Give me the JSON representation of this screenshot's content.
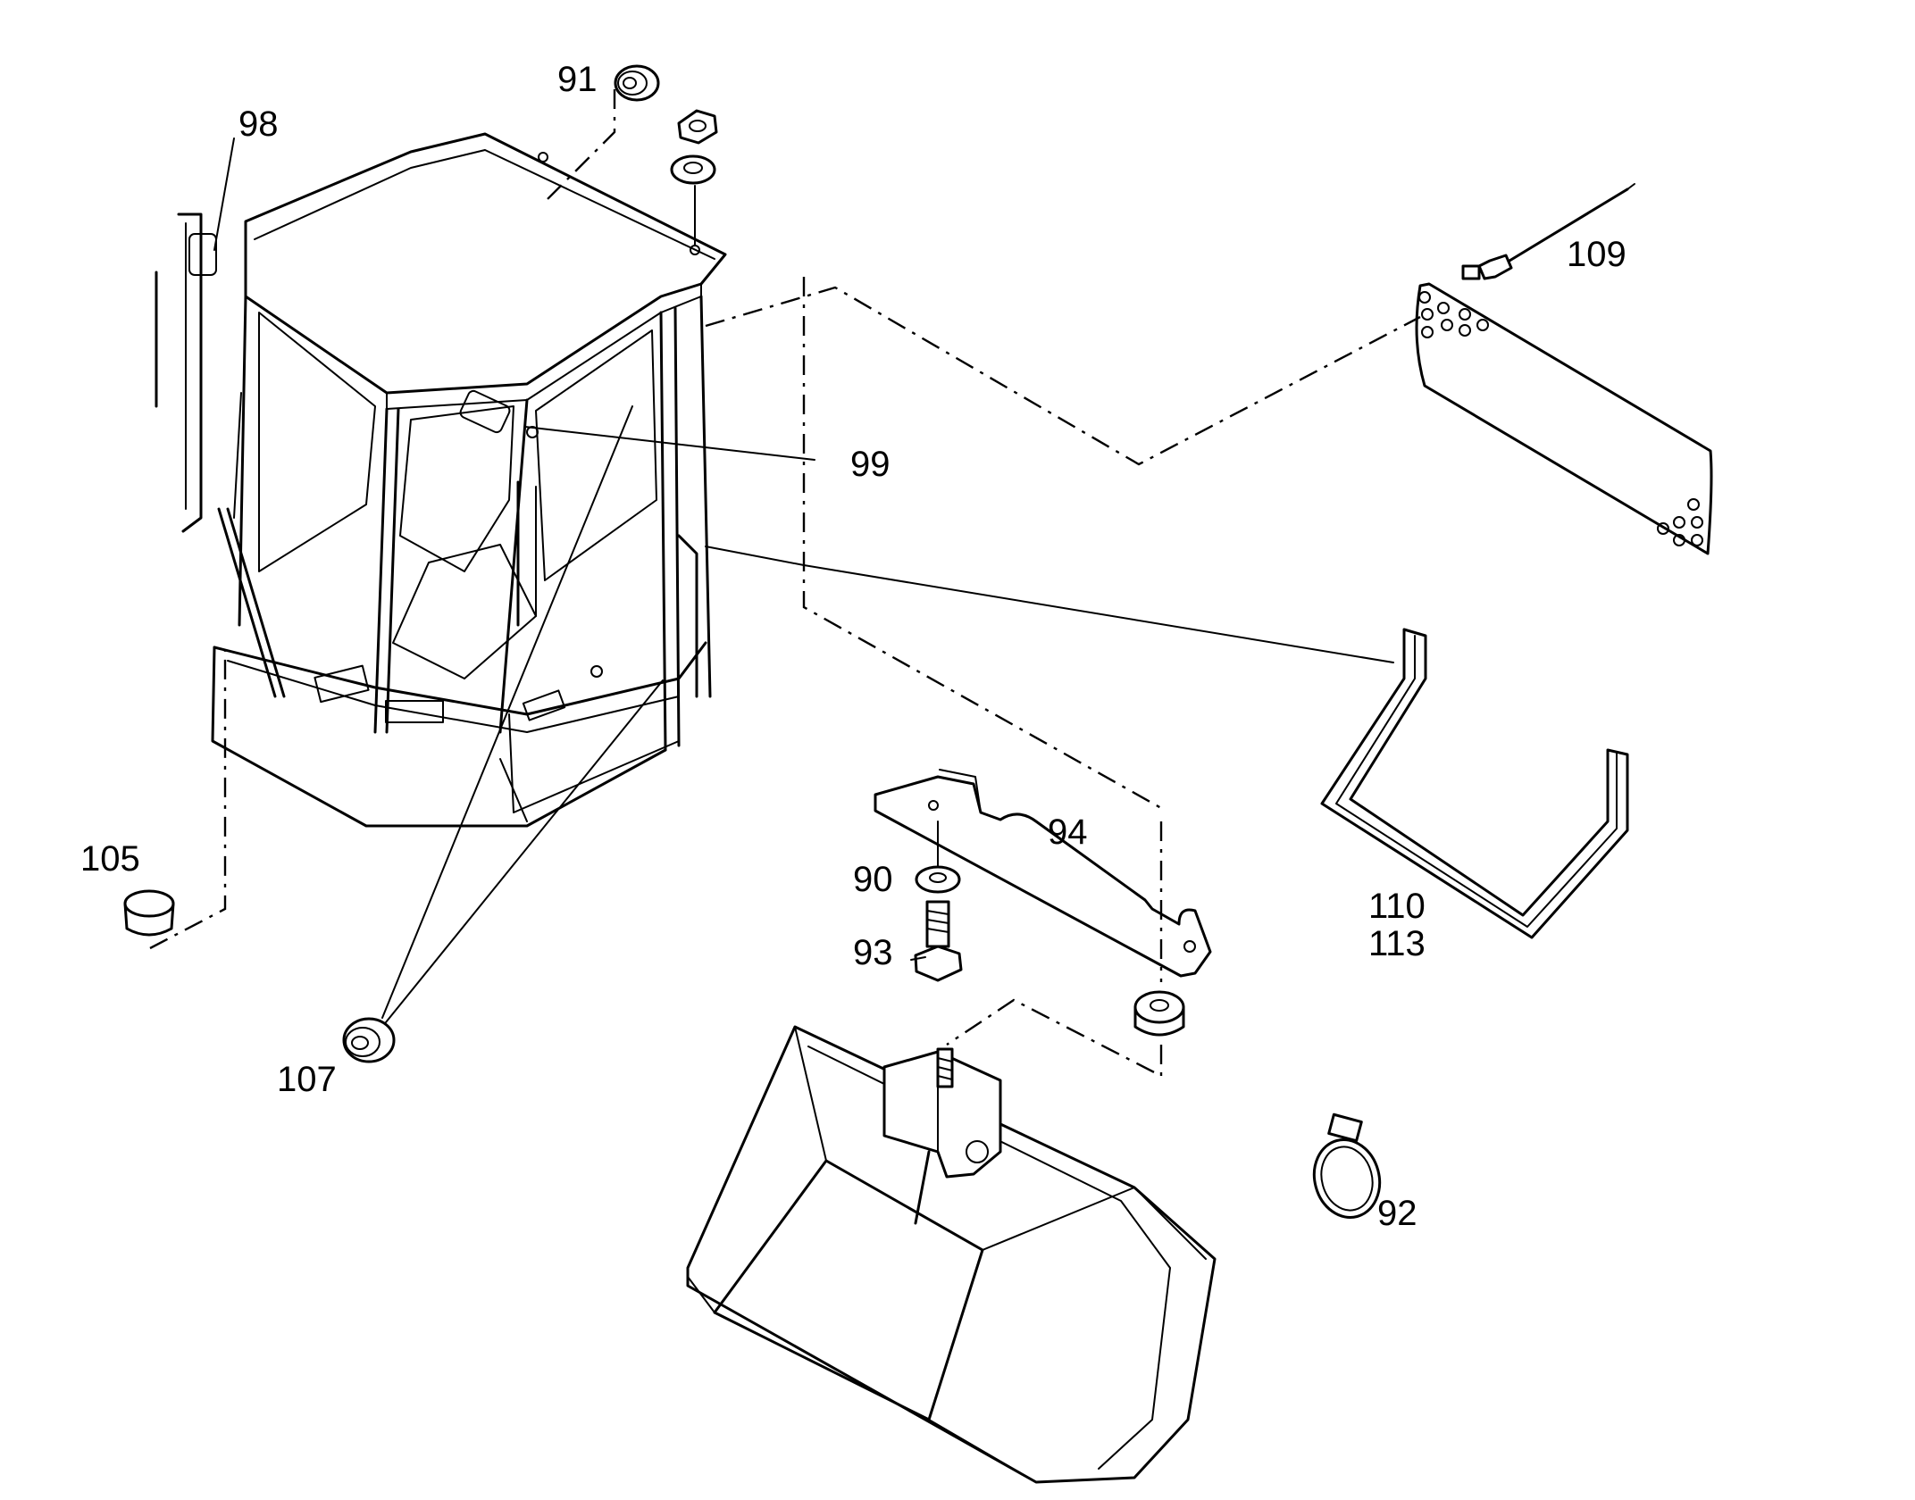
{
  "callouts": {
    "c91": "91",
    "c98": "98",
    "c99": "99",
    "c109": "109",
    "c94": "94",
    "c90": "90",
    "c93": "93",
    "c105": "105",
    "c110": "110",
    "c113": "113",
    "c107": "107",
    "c92": "92"
  }
}
